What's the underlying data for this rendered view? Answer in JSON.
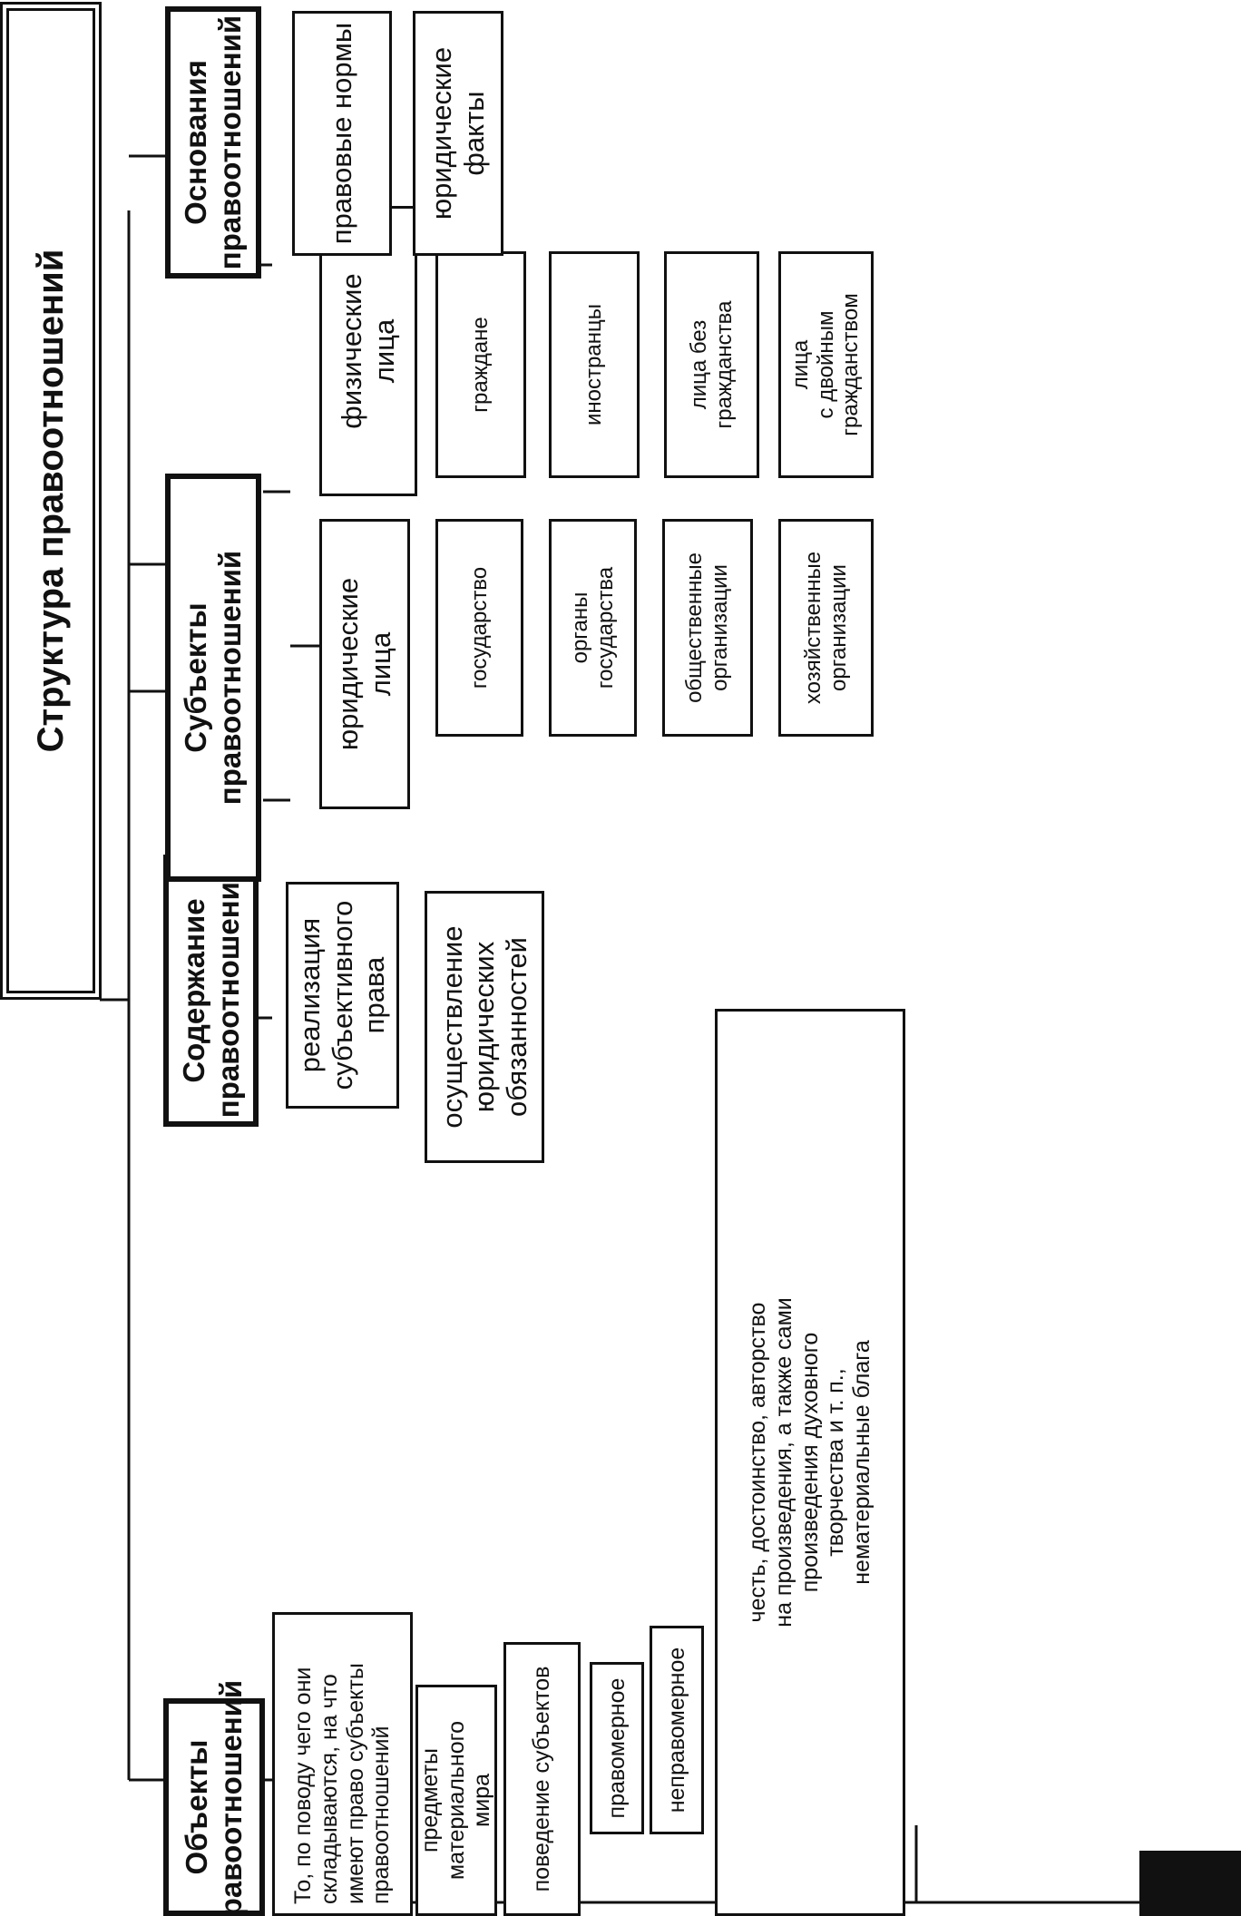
{
  "title": "Структура правоотношений",
  "categories": {
    "objects": {
      "label": "Объекты\nправоотношений",
      "definition": "То, по поводу чего они\nскладываются, на что\nимеют право субъекты\nправоотношений",
      "items": {
        "material": "предметы\nматериального мира",
        "behavior": "поведение субъектов",
        "lawful": "правомерное",
        "unlawful": "неправомерное",
        "nonmaterial": "честь, достоинство, авторство\nна произведения, а также сами\nпроизведения духовного\nтворчества и т. п.,\nнематериальные блага"
      }
    },
    "content": {
      "label": "Содержание\nправоотношений",
      "items": {
        "rights": "реализация\nсубъективного\nправа",
        "duties": "осуществление\nюридических\nобязанностей"
      }
    },
    "subjects": {
      "label": "Субъекты\nправоотношений",
      "legal_entities": {
        "label": "юридические\nлица",
        "items": {
          "state": "государство",
          "state_bodies": "органы\nгосударства",
          "public_orgs": "общественные\nорганизации",
          "business_orgs": "хозяйственные\nорганизации"
        }
      },
      "natural_persons": {
        "label": "физические\nлица",
        "items": {
          "citizens": "граждане",
          "foreigners": "иностранцы",
          "stateless": "лица без\nгражданства",
          "dual": "лица\nс двойным\nгражданством"
        }
      }
    },
    "grounds": {
      "label": "Основания\nправоотношений",
      "items": {
        "norms": "правовые нормы",
        "facts": "юридические\nфакты"
      }
    }
  }
}
